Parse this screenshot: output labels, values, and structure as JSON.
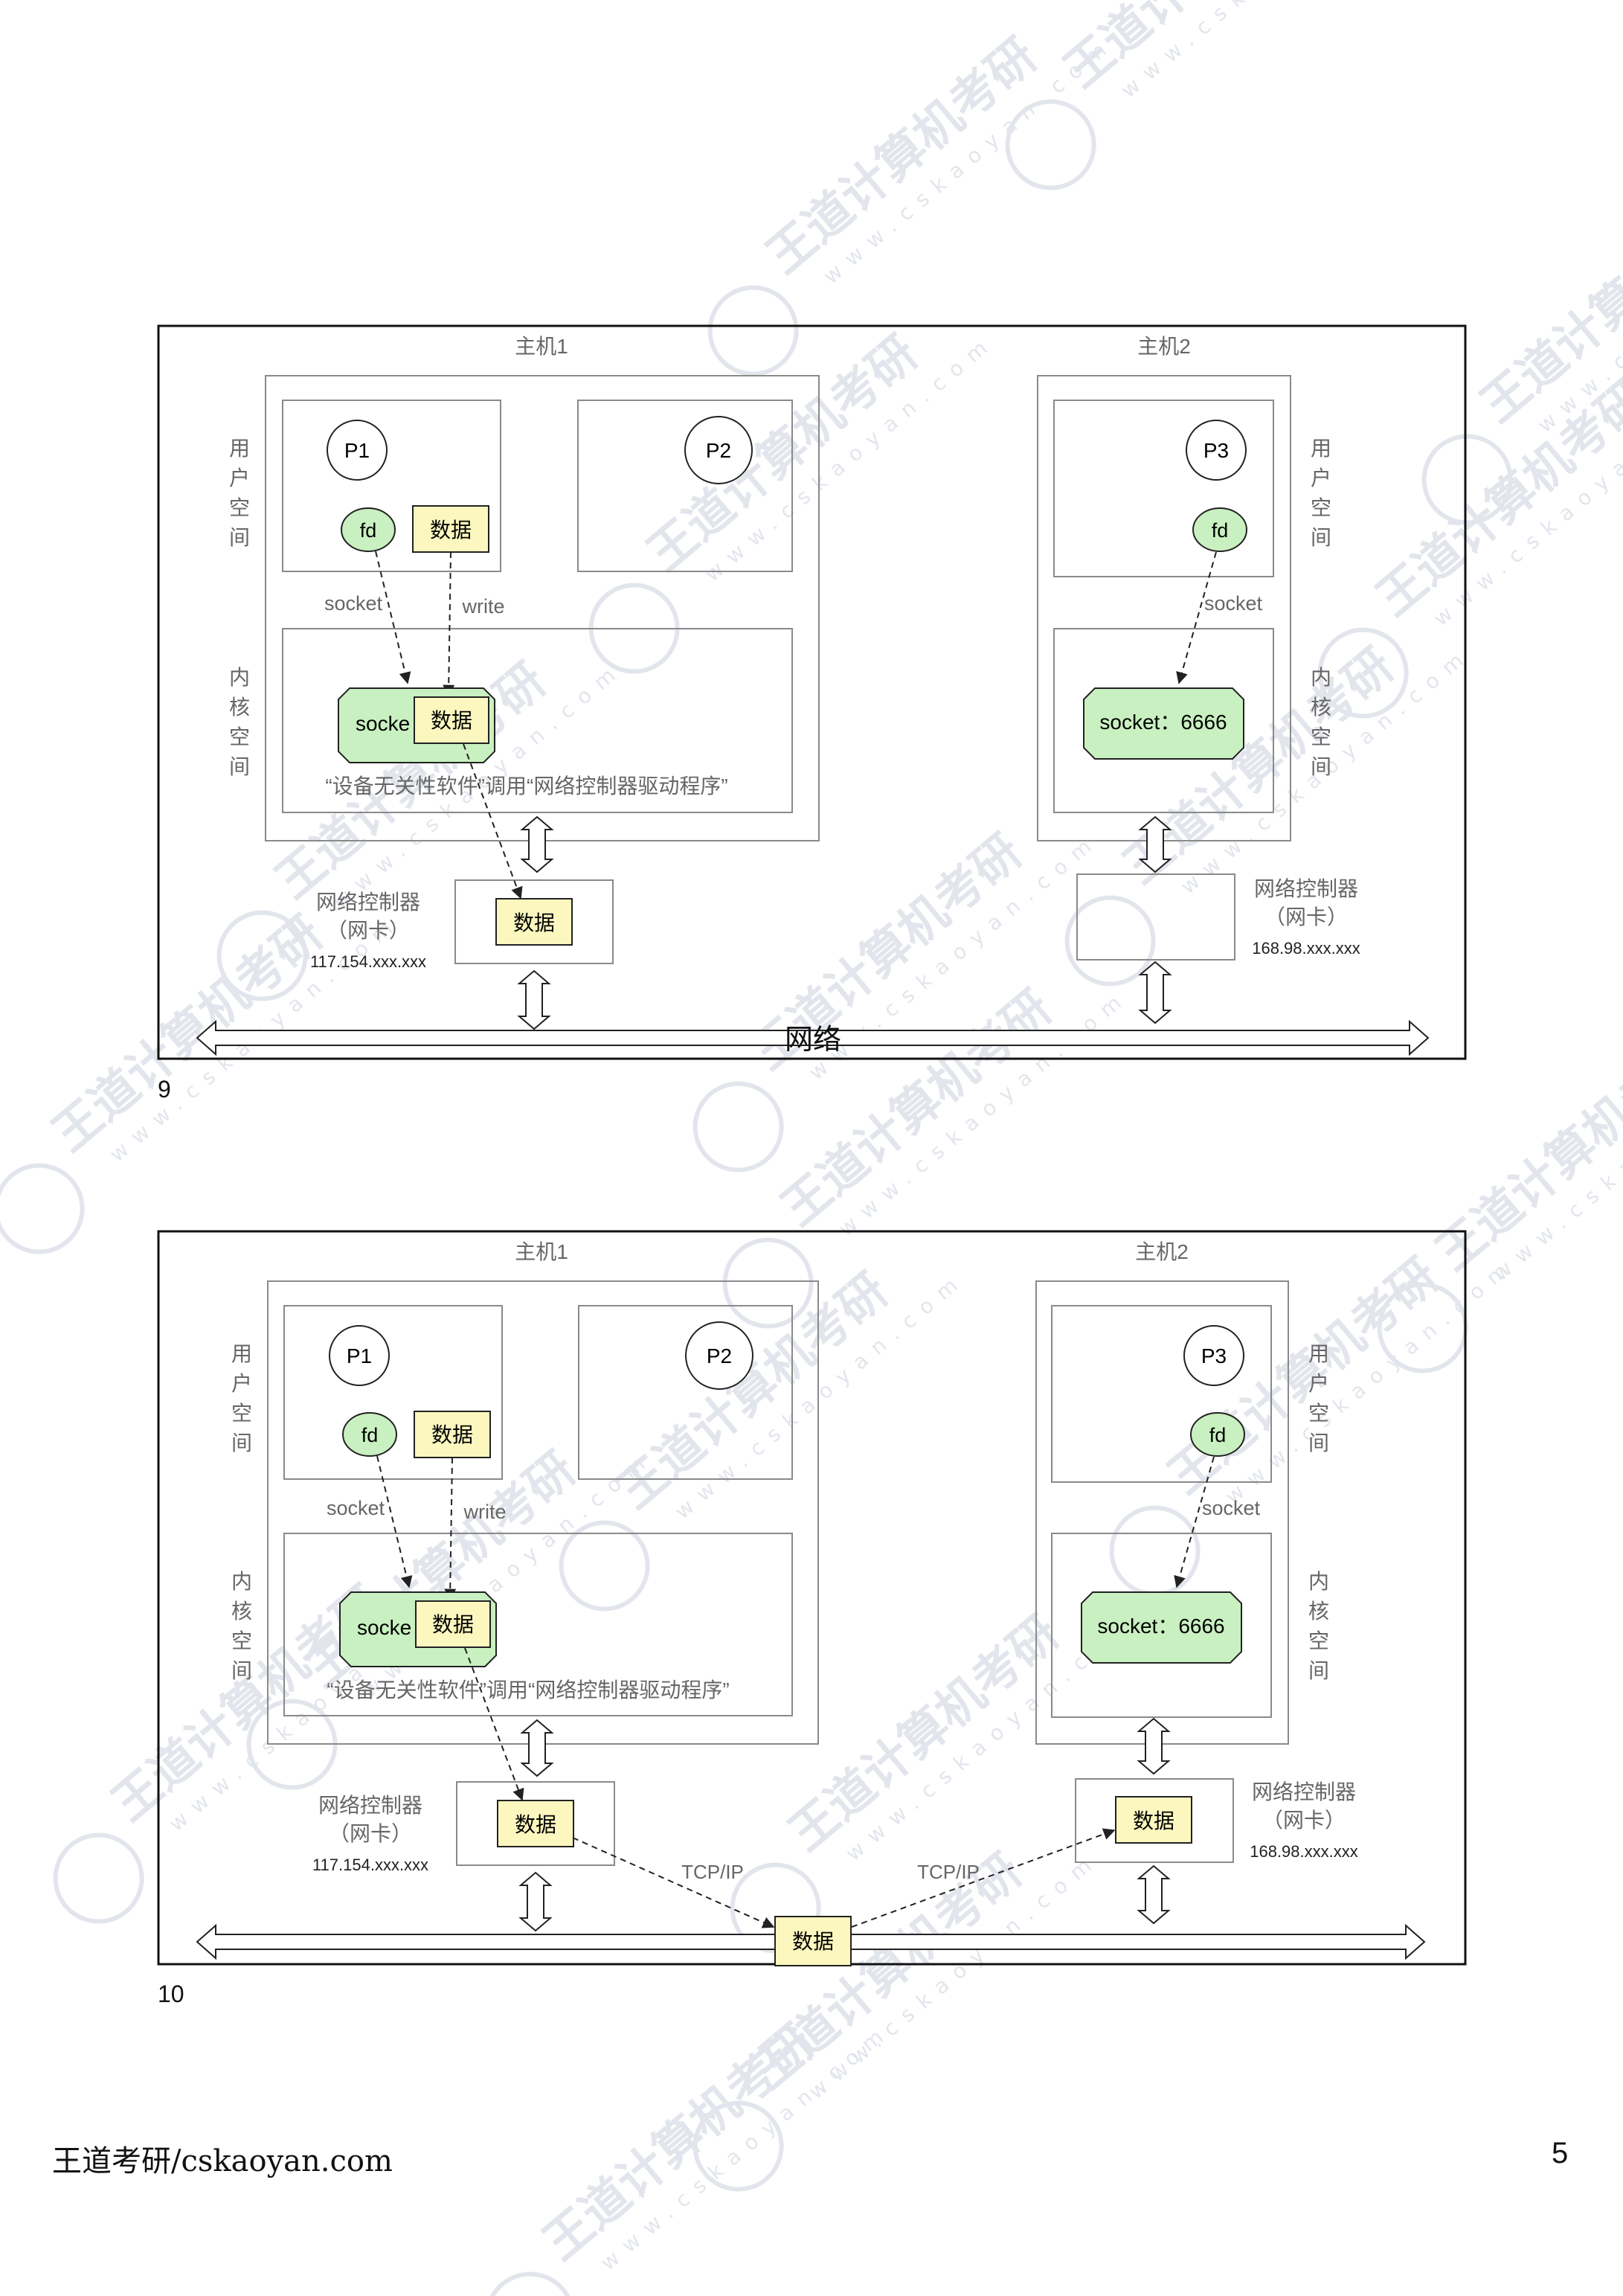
{
  "figures": [
    {
      "number": "9",
      "host1_title": "主机1",
      "host2_title": "主机2",
      "user_space_label_left": [
        "用",
        "户",
        "空",
        "间"
      ],
      "kernel_space_label_left": [
        "内",
        "核",
        "空",
        "间"
      ],
      "user_space_label_right": [
        "用",
        "户",
        "空",
        "间"
      ],
      "kernel_space_label_right": [
        "内",
        "核",
        "空",
        "间"
      ],
      "p1": "P1",
      "p2": "P2",
      "p3": "P3",
      "fd_left": "fd",
      "fd_right": "fd",
      "data_user": "数据",
      "socket_label_left": "socket",
      "write_label": "write",
      "socket_label_right": "socket",
      "socket_box_left": "socke",
      "socket_data": "数据",
      "socket_box_right": "socket：6666",
      "driver_note": "“设备无关性软件”调用“网络控制器驱动程序”",
      "nic_left_title": "网络控制器",
      "nic_left_sub": "（网卡）",
      "nic_left_ip": "117.154.xxx.xxx",
      "nic_left_data": "数据",
      "nic_right_title": "网络控制器",
      "nic_right_sub": "（网卡）",
      "nic_right_ip": "168.98.xxx.xxx",
      "network_label": "网络"
    },
    {
      "number": "10",
      "host1_title": "主机1",
      "host2_title": "主机2",
      "user_space_label_left": [
        "用",
        "户",
        "空",
        "间"
      ],
      "kernel_space_label_left": [
        "内",
        "核",
        "空",
        "间"
      ],
      "user_space_label_right": [
        "用",
        "户",
        "空",
        "间"
      ],
      "kernel_space_label_right": [
        "内",
        "核",
        "空",
        "间"
      ],
      "p1": "P1",
      "p2": "P2",
      "p3": "P3",
      "fd_left": "fd",
      "fd_right": "fd",
      "data_user": "数据",
      "socket_label_left": "socket",
      "write_label": "write",
      "socket_label_right": "socket",
      "socket_box_left": "socke",
      "socket_data": "数据",
      "socket_box_right": "socket：6666",
      "driver_note": "“设备无关性软件”调用“网络控制器驱动程序”",
      "nic_left_title": "网络控制器",
      "nic_left_sub": "（网卡）",
      "nic_left_ip": "117.154.xxx.xxx",
      "nic_left_data": "数据",
      "nic_right_title": "网络控制器",
      "nic_right_sub": "（网卡）",
      "nic_right_ip": "168.98.xxx.xxx",
      "nic_right_data": "数据",
      "tcp_left": "TCP/IP",
      "tcp_right": "TCP/IP",
      "network_data": "数据"
    }
  ],
  "footer": {
    "left_text": "王道考研/cskaoyan.com",
    "page_number": "5"
  },
  "watermark": {
    "brand": "王道计算机考研",
    "site": "www.cskaoyan.com"
  },
  "colors": {
    "fd_fill": "#c9f0c0",
    "socket_fill": "#c9f0c0",
    "data_fill": "#fbf7be",
    "line": "#333333",
    "container": "#8a8a8a",
    "watermark": "#dfe3ea"
  }
}
